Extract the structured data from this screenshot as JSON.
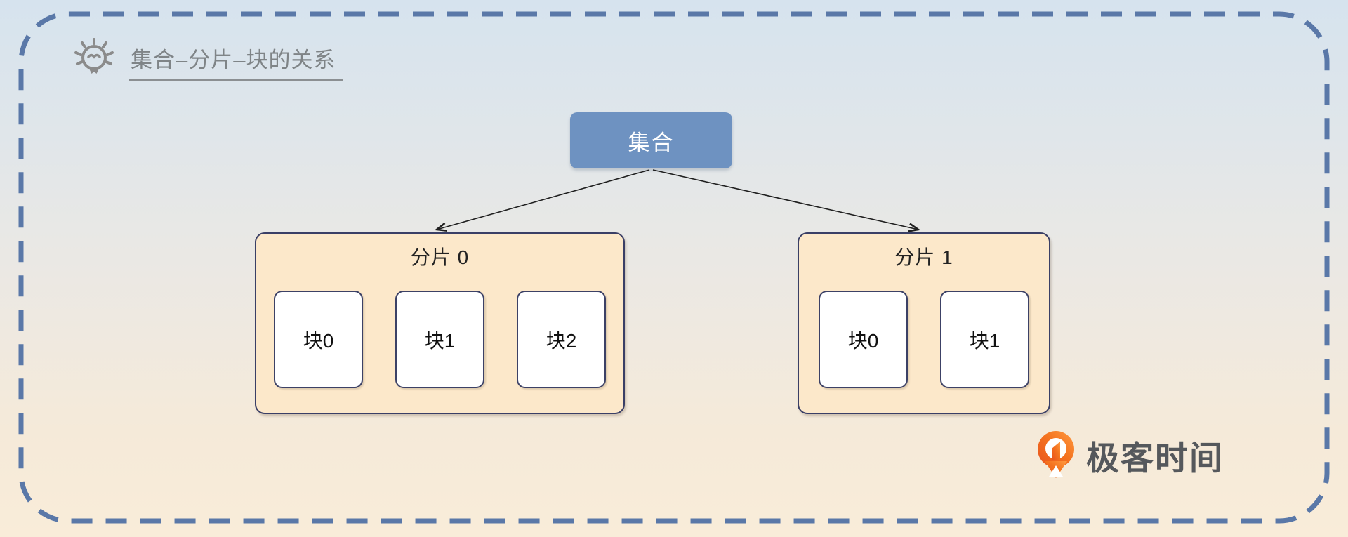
{
  "header": {
    "title": "集合–分片–块的关系",
    "icon": "lightbulb-icon"
  },
  "diagram": {
    "collection": {
      "label": "集合"
    },
    "shards": [
      {
        "label": "分片 0",
        "chunks": [
          "块0",
          "块1",
          "块2"
        ]
      },
      {
        "label": "分片 1",
        "chunks": [
          "块0",
          "块1"
        ]
      }
    ],
    "edges": [
      {
        "from": "集合",
        "to": "分片 0"
      },
      {
        "from": "集合",
        "to": "分片 1"
      }
    ]
  },
  "branding": {
    "logo_text": "极客时间",
    "logo_icon": "geektime-logo-icon"
  },
  "colors": {
    "background_top": "#d6e3ee",
    "background_bottom": "#f9ecd9",
    "frame_dash": "#5a78a8",
    "collection_fill": "#6e92c1",
    "collection_text": "#ffffff",
    "shard_fill": "#fce8ca",
    "box_border": "#3a3f66",
    "chunk_fill": "#ffffff",
    "arrow": "#1f1f1f",
    "title_gray": "#7f8487",
    "logo_orange": "#f26a1b",
    "logo_text_color": "#55585c"
  }
}
